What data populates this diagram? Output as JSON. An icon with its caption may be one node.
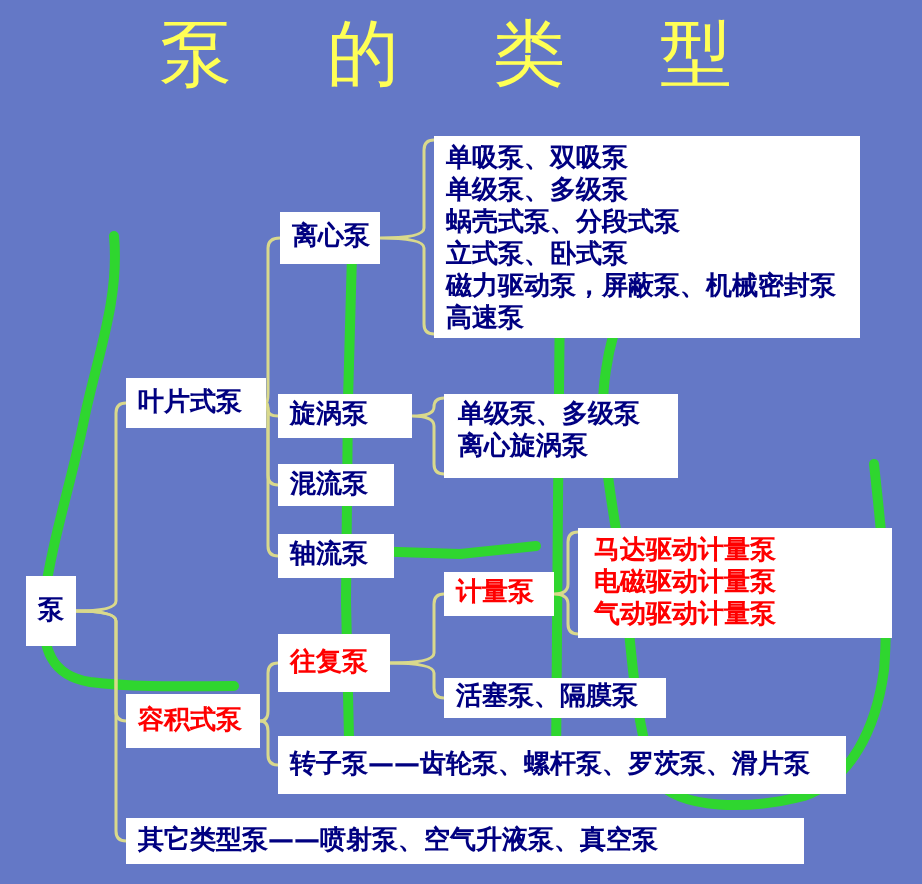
{
  "diagram": {
    "title": "泵的类型",
    "nodes": [
      {
        "text": [
          "泵"
        ]
      },
      {
        "text": [
          "叶片式泵"
        ]
      },
      {
        "text": [
          "离心泵"
        ]
      },
      {
        "text": [
          "单吸泵、双吸泵",
          "单级泵、多级泵",
          "蜗壳式泵、分段式泵",
          "立式泵、卧式泵",
          "磁力驱动泵，屏蔽泵、机械密封泵",
          "高速泵"
        ]
      },
      {
        "text": [
          "旋涡泵"
        ]
      },
      {
        "text": [
          "单级泵、多级泵",
          "离心旋涡泵"
        ]
      },
      {
        "text": [
          "混流泵"
        ]
      },
      {
        "text": [
          "轴流泵"
        ]
      },
      {
        "text": [
          "容积式泵"
        ]
      },
      {
        "text": [
          "往复泵"
        ]
      },
      {
        "text": [
          "计量泵"
        ]
      },
      {
        "text": [
          "马达驱动计量泵",
          "电磁驱动计量泵",
          "气动驱动计量泵"
        ]
      },
      {
        "text": [
          "活塞泵、隔膜泵"
        ]
      },
      {
        "text": [
          "转子泵——齿轮泵、螺杆泵、罗茨泵、滑片泵"
        ]
      },
      {
        "text": [
          "其它类型泵——喷射泵、空气升液泵、真空泵"
        ]
      }
    ],
    "edges": [
      {
        "from": 0,
        "to": 1,
        "arrow": "none"
      },
      {
        "from": 0,
        "to": 8,
        "arrow": "none"
      },
      {
        "from": 0,
        "to": 14,
        "arrow": "none"
      },
      {
        "from": 1,
        "to": 2,
        "arrow": "none"
      },
      {
        "from": 1,
        "to": 4,
        "arrow": "none"
      },
      {
        "from": 1,
        "to": 6,
        "arrow": "none"
      },
      {
        "from": 1,
        "to": 7,
        "arrow": "none"
      },
      {
        "from": 2,
        "to": 3,
        "arrow": "none"
      },
      {
        "from": 4,
        "to": 5,
        "arrow": "none"
      },
      {
        "from": 8,
        "to": 9,
        "arrow": "none"
      },
      {
        "from": 8,
        "to": 13,
        "arrow": "none"
      },
      {
        "from": 9,
        "to": 10,
        "arrow": "none"
      },
      {
        "from": 9,
        "to": 12,
        "arrow": "none"
      },
      {
        "from": 10,
        "to": 11,
        "arrow": "none"
      }
    ]
  }
}
